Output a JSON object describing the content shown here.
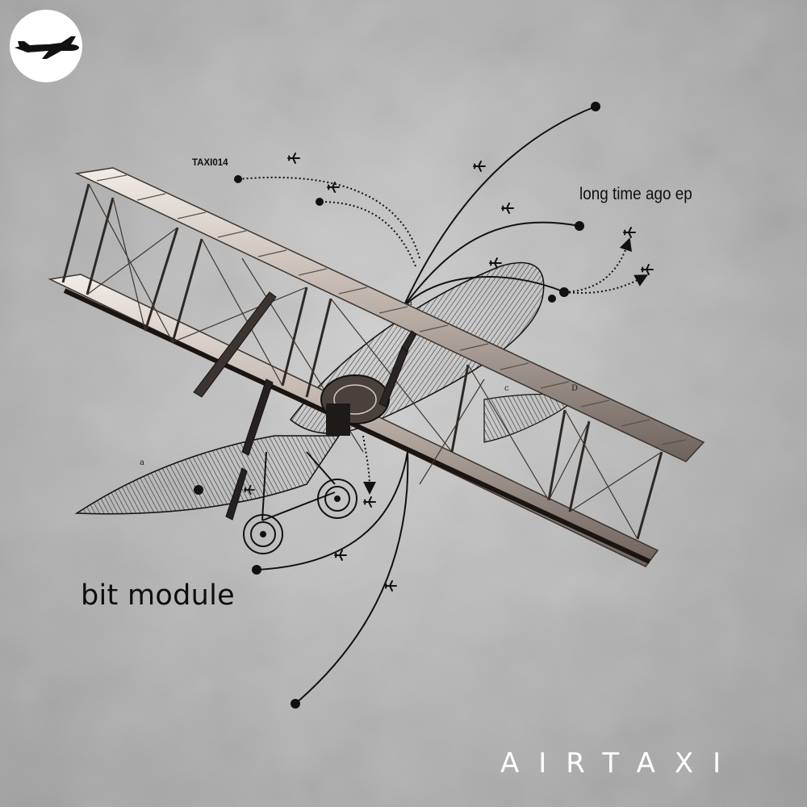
{
  "cover": {
    "catalog_number": "TAXI014",
    "release_title": "long time ago ep",
    "artist": "bit module",
    "label_name": "AIRTAXI"
  },
  "logo": {
    "icon": "airplane-icon"
  },
  "artwork": {
    "subject": "biplane-icon",
    "motif": "flight-path-icon",
    "diagram_letters": [
      "a",
      "a",
      "c",
      "D"
    ]
  },
  "colors": {
    "background": "#b8b8b8",
    "ink": "#111111",
    "label_text": "#ffffff",
    "logo_circle": "#ffffff"
  }
}
